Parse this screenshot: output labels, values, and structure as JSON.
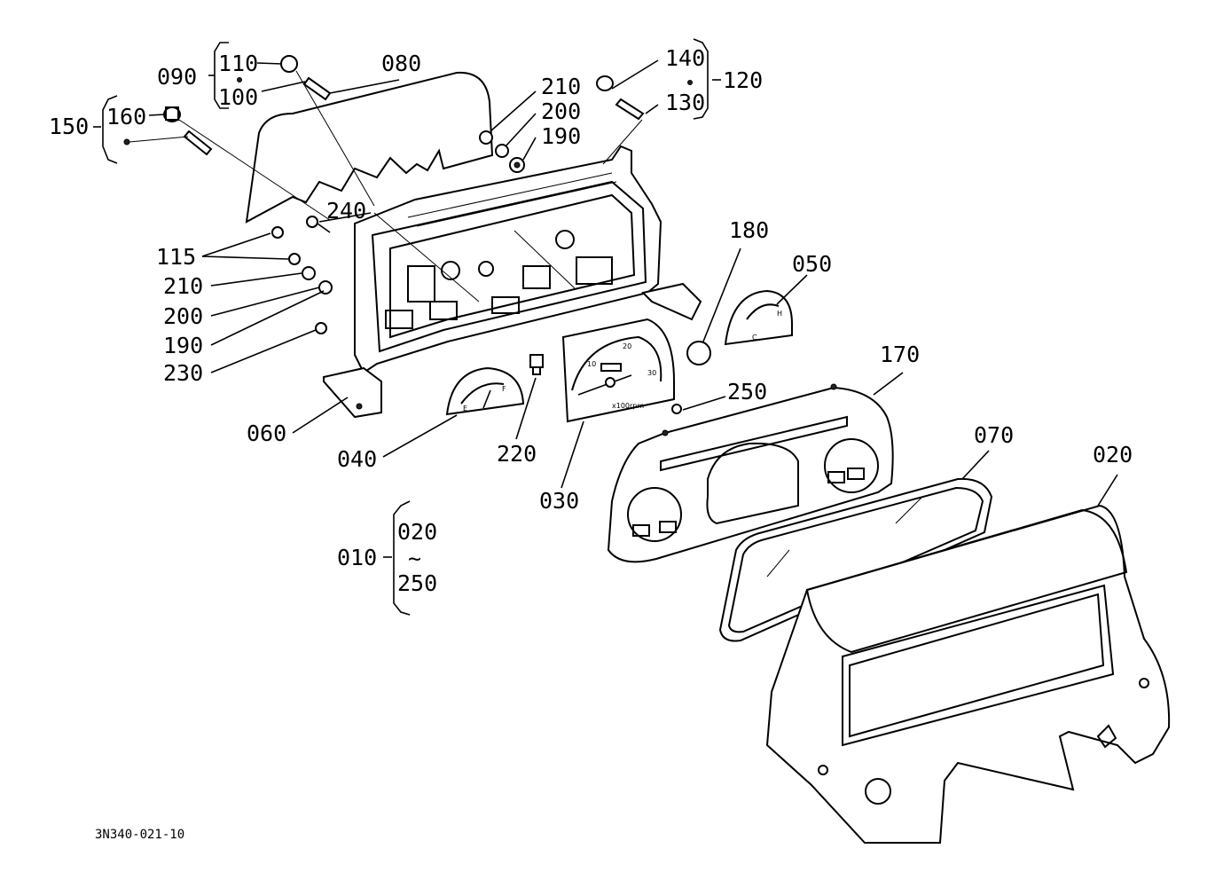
{
  "drawing_code": "3N340-021-10",
  "labels": {
    "l010": "010",
    "l020a": "020",
    "l020b": "020",
    "l030": "030",
    "l040": "040",
    "l050": "050",
    "l060": "060",
    "l070": "070",
    "l080": "080",
    "l090": "090",
    "l100": "100",
    "l110": "110",
    "l115": "115",
    "l120": "120",
    "l130": "130",
    "l140": "140",
    "l150": "150",
    "l160": "160",
    "l170": "170",
    "l180": "180",
    "l190a": "190",
    "l190b": "190",
    "l200a": "200",
    "l200b": "200",
    "l210a": "210",
    "l210b": "210",
    "l220": "220",
    "l230": "230",
    "l240": "240",
    "l250a": "250",
    "l250b": "250",
    "tilde": "~"
  },
  "gauge_marks": {
    "fuel_e": "E",
    "fuel_f": "F",
    "temp_c": "C",
    "temp_h": "H",
    "tach_10": "10",
    "tach_20": "20",
    "tach_30": "30",
    "tach_rpm": "x100rpm"
  }
}
